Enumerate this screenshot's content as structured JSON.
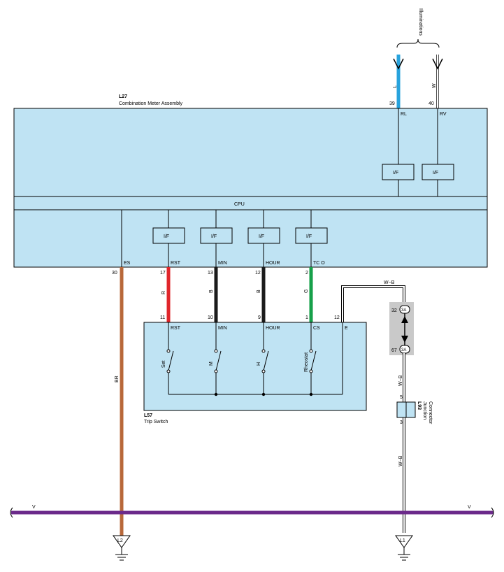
{
  "illuminations": "Illuminations",
  "meter": {
    "code": "L27",
    "name": "Combination Meter Assembly",
    "cpu": "CPU",
    "if_label": "I/F"
  },
  "illum_wires": [
    {
      "color_code": "L",
      "pin": "39",
      "terminal": "RL",
      "color": "#27a3dd"
    },
    {
      "color_code": "W",
      "pin": "40",
      "terminal": "RV",
      "color": "#ffffff"
    }
  ],
  "meter_terminals": [
    {
      "terminal": "ES",
      "pin": "30"
    },
    {
      "terminal": "RST",
      "pin": "17"
    },
    {
      "terminal": "MIN",
      "pin": "13"
    },
    {
      "terminal": "HOUR",
      "pin": "12"
    },
    {
      "terminal": "TC O",
      "pin": "2"
    }
  ],
  "switch_wires": [
    {
      "color_code": "R",
      "color": "#e0262b"
    },
    {
      "color_code": "B",
      "color": "#1b1b1b"
    },
    {
      "color_code": "B",
      "color": "#1b1b1b"
    },
    {
      "color_code": "G",
      "color": "#16a04a"
    }
  ],
  "trip_switch": {
    "code": "L57",
    "name": "Trip Switch",
    "terminals": [
      {
        "terminal": "RST",
        "pin": "11",
        "switch": "Set"
      },
      {
        "terminal": "MIN",
        "pin": "10",
        "switch": "M"
      },
      {
        "terminal": "HOUR",
        "pin": "9",
        "switch": "H"
      },
      {
        "terminal": "CS",
        "pin": "1",
        "switch": "Rheostat"
      },
      {
        "terminal": "E",
        "pin": "12",
        "switch": ""
      }
    ]
  },
  "ground_wire": {
    "color_code": "BR",
    "color": "#b8683a"
  },
  "wb_wire": {
    "color_code": "W−B"
  },
  "connector_3a": {
    "top_pin": "32",
    "bottom_pin": "67",
    "label": "3A"
  },
  "junction": {
    "code": "L93",
    "name_line1": "Junction",
    "name_line2": "Connector",
    "pin_top": "5",
    "pin_bottom": "3"
  },
  "wb_labels": [
    "W−B",
    "W−B"
  ],
  "v_bus": {
    "label": "V",
    "color": "#6b2a8a"
  },
  "grounds": [
    {
      "label": "L2"
    },
    {
      "label": "L1"
    }
  ],
  "colors": {
    "component_fill": "#bfe3f3",
    "component_stroke": "#000000"
  }
}
